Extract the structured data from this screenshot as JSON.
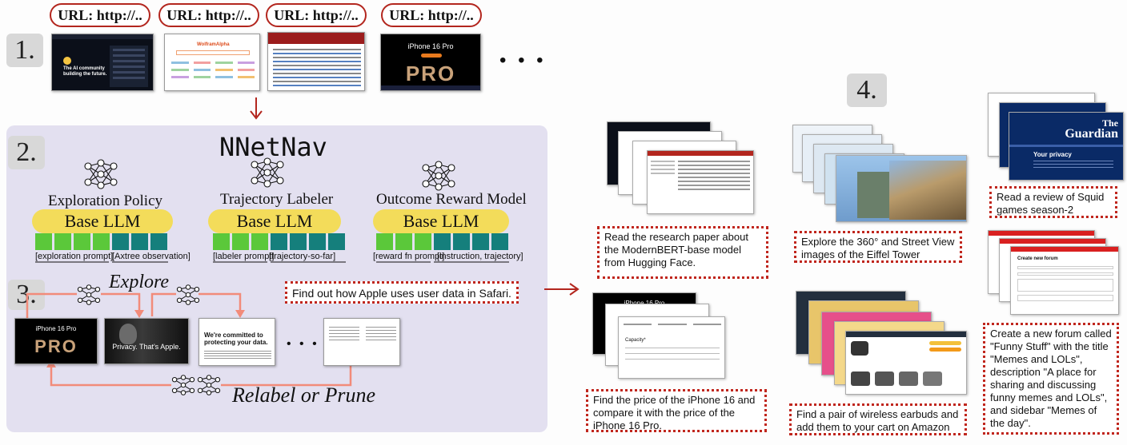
{
  "step_labels": {
    "one": "1.",
    "two": "2.",
    "three": "3.",
    "four": "4."
  },
  "url_pills": [
    "URL: http://..",
    "URL: http://..",
    "URL: http://..",
    "URL: http://.."
  ],
  "ellipsis": "• • •",
  "thumbs_row1": {
    "hf_text": "The AI community building the future.",
    "wolfram_text": "WolframAlpha",
    "iphone_title": "iPhone 16 Pro",
    "iphone_pro": "PRO"
  },
  "panel": {
    "title": "NNetNav",
    "roles": [
      {
        "title": "Exploration Policy",
        "llm": "Base LLM",
        "label_left": "[exploration prompt]",
        "label_right": "[Axtree observation]"
      },
      {
        "title": "Trajectory Labeler",
        "llm": "Base LLM",
        "label_left": "[labeler prompt]",
        "label_right": "[trajectory-so-far]"
      },
      {
        "title": "Outcome Reward Model",
        "llm": "Base LLM",
        "label_left": "[reward fn prompt]",
        "label_right": "[instruction, trajectory]"
      }
    ],
    "explore": "Explore",
    "relabel": "Relabel or Prune",
    "instruction": "Find out how Apple uses user data in Safari.",
    "traj": {
      "iphone_title": "iPhone 16 Pro",
      "iphone_pro": "PRO",
      "privacy": "Privacy. That's Apple.",
      "committed": "We're committed to protecting your data.",
      "dots": "• • •"
    }
  },
  "tasks": {
    "modernbert": "Read the research paper about the ModernBERT-base model from Hugging Face.",
    "iphone_price": "Find the price of the iPhone 16 and compare it with the price of the iPhone 16 Pro.",
    "eiffel": "Explore the 360° and Street View images of the Eiffel Tower",
    "earbuds": "Find a pair of wireless earbuds and add them to your cart on Amazon",
    "squid": "Read a review of Squid games season-2",
    "forum": "Create a new forum called \"Funny Stuff\" with the title \"Memes and LOLs\", description \"A place for sharing and discussing funny memes and LOLs\", and sidebar \"Memes of the day\"."
  },
  "mini": {
    "iphone_title": "iPhone 16 Pro",
    "capacity": "Capacity*",
    "guardian_the": "The",
    "guardian": "Guardian",
    "privacy_title": "Your privacy",
    "forum_title": "Create new forum"
  },
  "colors": {
    "red": "#b3261e",
    "purple_panel": "#e3e0f0",
    "llm_yellow": "#f3dc5a",
    "token_green": "#5bc83a",
    "token_teal": "#157f7c",
    "arrow_salmon": "#f28b7a"
  }
}
